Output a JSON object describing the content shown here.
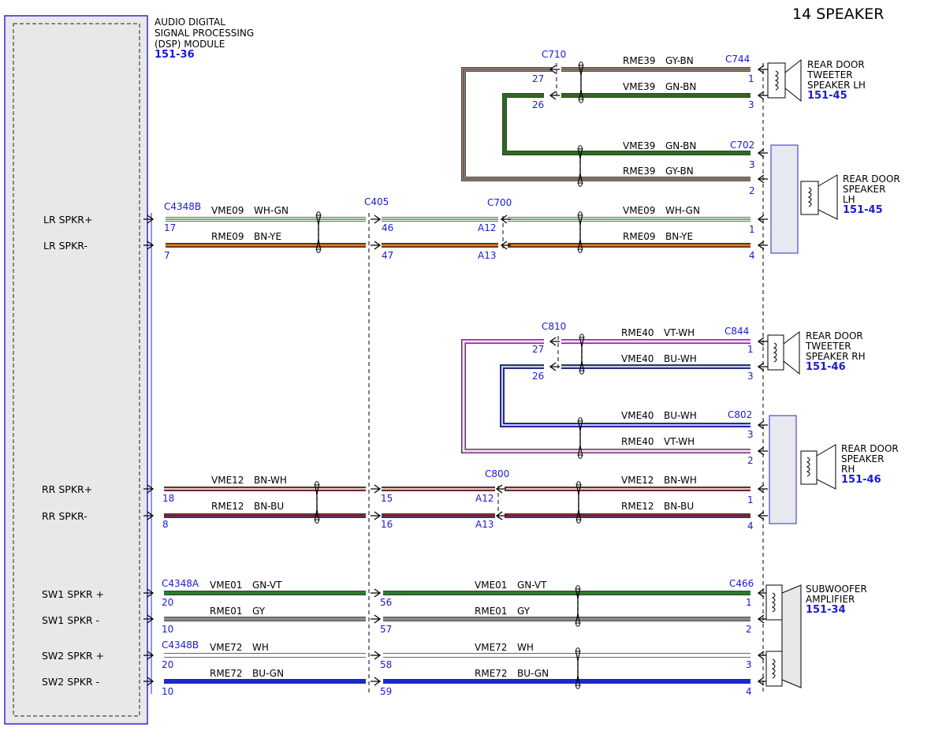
{
  "title": "14 SPEAKER",
  "colors": {
    "GY-BN": [
      "#8a8a8a",
      "#8b4a2b"
    ],
    "GN-BN": [
      "#2e6b1f",
      "#2e6b1f"
    ],
    "WH-GN": [
      "#ffffff",
      "#3f8f3f"
    ],
    "BN-YE": [
      "#8b3a1a",
      "#e8a020"
    ],
    "VT-WH": [
      "#c879c8",
      "#ffffff"
    ],
    "BU-WH": [
      "#1a2ad0",
      "#ffffff"
    ],
    "BN-WH": [
      "#8b2a2a",
      "#ffffff"
    ],
    "BN-BU": [
      "#8b2a2a",
      "#2a2ab0"
    ],
    "GN-VT": [
      "#2e7a2e",
      "#2e7a2e"
    ],
    "GY": [
      "#8a8a8a",
      "#8a8a8a"
    ],
    "WH": [
      "#ffffff",
      "#ffffff"
    ],
    "BU-GN": [
      "#1a2ad0",
      "#1a2ad0"
    ],
    "label_blue": "#1a1ad4"
  },
  "module": {
    "name_lines": [
      "AUDIO DIGITAL",
      "SIGNAL PROCESSING",
      "(DSP) MODULE"
    ],
    "ref": "151-36",
    "signals": [
      "LR SPKR+",
      "LR SPKR-",
      "RR SPKR+",
      "RR SPKR-",
      "SW1 SPKR +",
      "SW1 SPKR -",
      "SW2 SPKR +",
      "SW2 SPKR -"
    ]
  },
  "components": {
    "rear_door_tweeter_lh": {
      "name_lines": [
        "REAR DOOR",
        "TWEETER",
        "SPEAKER LH"
      ],
      "ref": "151-45"
    },
    "rear_door_speaker_lh": {
      "name_lines": [
        "REAR DOOR",
        "SPEAKER",
        "LH"
      ],
      "ref": "151-45"
    },
    "rear_door_tweeter_rh": {
      "name_lines": [
        "REAR DOOR",
        "TWEETER",
        "SPEAKER RH"
      ],
      "ref": "151-46"
    },
    "rear_door_speaker_rh": {
      "name_lines": [
        "REAR DOOR",
        "SPEAKER",
        "RH"
      ],
      "ref": "151-46"
    },
    "subwoofer_amplifier": {
      "name_lines": [
        "SUBWOOFER",
        "AMPLIFIER"
      ],
      "ref": "151-34"
    }
  },
  "connectors": {
    "c4348b_lr": "C4348B",
    "c405": "C405",
    "c700": "C700",
    "c710": "C710",
    "c744": "C744",
    "c702": "C702",
    "c810": "C810",
    "c844": "C844",
    "c802": "C802",
    "c800": "C800",
    "c4348a": "C4348A",
    "c466": "C466",
    "c4348b_sw": "C4348B"
  },
  "wire_labels": [
    {
      "circuit": "RME39",
      "color": "GY-BN"
    },
    {
      "circuit": "VME39",
      "color": "GN-BN"
    },
    {
      "circuit": "VME39",
      "color": "GN-BN"
    },
    {
      "circuit": "RME39",
      "color": "GY-BN"
    },
    {
      "circuit": "VME09",
      "color": "WH-GN"
    },
    {
      "circuit": "RME09",
      "color": "BN-YE"
    },
    {
      "circuit": "VME09",
      "color": "WH-GN"
    },
    {
      "circuit": "RME09",
      "color": "BN-YE"
    },
    {
      "circuit": "RME40",
      "color": "VT-WH"
    },
    {
      "circuit": "VME40",
      "color": "BU-WH"
    },
    {
      "circuit": "VME40",
      "color": "BU-WH"
    },
    {
      "circuit": "RME40",
      "color": "VT-WH"
    },
    {
      "circuit": "VME12",
      "color": "BN-WH"
    },
    {
      "circuit": "RME12",
      "color": "BN-BU"
    },
    {
      "circuit": "VME12",
      "color": "BN-WH"
    },
    {
      "circuit": "RME12",
      "color": "BN-BU"
    },
    {
      "circuit": "VME01",
      "color": "GN-VT"
    },
    {
      "circuit": "RME01",
      "color": "GY"
    },
    {
      "circuit": "VME01",
      "color": "GN-VT"
    },
    {
      "circuit": "RME01",
      "color": "GY"
    },
    {
      "circuit": "VME72",
      "color": "WH"
    },
    {
      "circuit": "RME72",
      "color": "BU-GN"
    },
    {
      "circuit": "VME72",
      "color": "WH"
    },
    {
      "circuit": "RME72",
      "color": "BU-GN"
    }
  ],
  "pins": [
    "27",
    "26",
    "1",
    "3",
    "3",
    "2",
    "17",
    "7",
    "46",
    "47",
    "A12",
    "A13",
    "1",
    "4",
    "27",
    "26",
    "1",
    "3",
    "3",
    "2",
    "18",
    "8",
    "15",
    "16",
    "A12",
    "A13",
    "1",
    "4",
    "20",
    "10",
    "56",
    "57",
    "1",
    "2",
    "20",
    "10",
    "58",
    "59",
    "3",
    "4"
  ]
}
